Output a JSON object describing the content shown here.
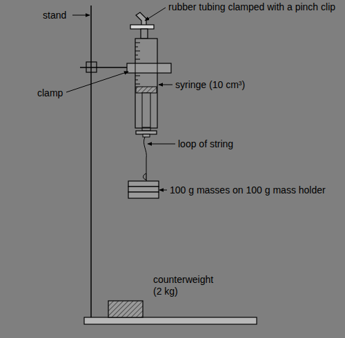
{
  "diagram": {
    "labels": [
      "stand",
      "rubber tubing clamped with a pinch clip",
      "clamp",
      "syringe (10 cm³)",
      "loop of string",
      "100 g masses on 100 g mass holder",
      "counterweight (2 kg)"
    ]
  }
}
